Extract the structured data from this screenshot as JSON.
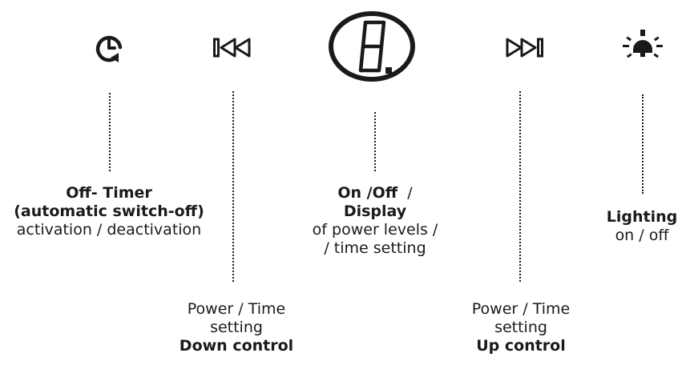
{
  "display": {
    "digit": "8."
  },
  "timer": {
    "title": "Off- Timer",
    "subtitle": "(automatic switch-off)",
    "desc": "activation / deactivation"
  },
  "down": {
    "line1": "Power / Time",
    "line2": "setting",
    "title": "Down control"
  },
  "onoff": {
    "title": "On /Off",
    "sep": "/",
    "title2": "Display",
    "line1": "of power levels /",
    "line2": "/ time setting"
  },
  "up": {
    "line1": "Power / Time",
    "line2": "setting",
    "title": "Up control"
  },
  "light": {
    "title": "Lighting",
    "desc": "on / off"
  },
  "icons": [
    "timer-icon",
    "rewind-icon",
    "display-icon",
    "fast-forward-icon",
    "light-icon"
  ]
}
